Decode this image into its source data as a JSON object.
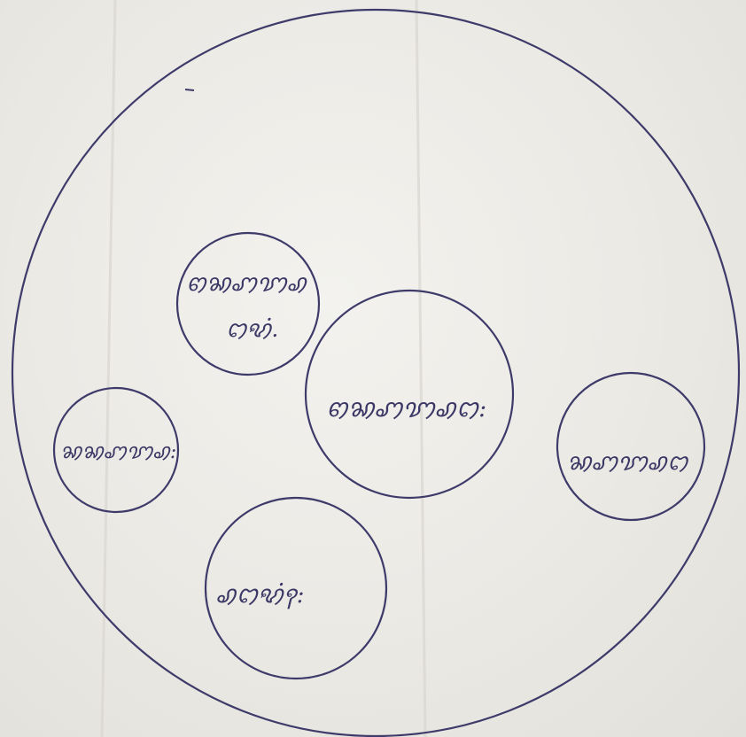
{
  "diagram": {
    "outer_circle": {
      "label": ""
    },
    "nodes": [
      {
        "id": "top-left",
        "lines": [
          "ꩅꩆꩇꩈꩉ",
          "ꩊꩋꩌ."
        ]
      },
      {
        "id": "center",
        "lines": [
          "ꩅꩆꩇꩈꩉꩊ:"
        ]
      },
      {
        "id": "left",
        "lines": [
          "ꩆꩆꩇꩈꩉ:"
        ]
      },
      {
        "id": "bottom",
        "lines": [
          "ꩉꩊꩋꩌꩍ:"
        ]
      },
      {
        "id": "right",
        "lines": [
          "ꩆꩇꩈꩉꩊ"
        ]
      }
    ],
    "ink_color": "#3e3b6a",
    "paper_color": "#eceae5"
  }
}
